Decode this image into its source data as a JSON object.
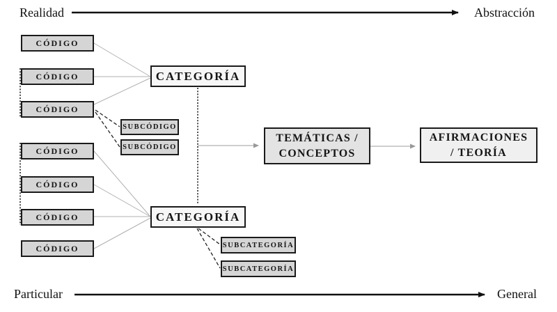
{
  "diagram": {
    "axes": {
      "top": {
        "left_label": "Realidad",
        "right_label": "Abstracción"
      },
      "bottom": {
        "left_label": "Particular",
        "right_label": "General"
      }
    },
    "nodes": {
      "codes": [
        "CÓDIGO",
        "CÓDIGO",
        "CÓDIGO",
        "CÓDIGO",
        "CÓDIGO",
        "CÓDIGO",
        "CÓDIGO"
      ],
      "categories": [
        "CATEGORÍA",
        "CATEGORÍA"
      ],
      "subcodes": [
        "SUBCÓDIGO",
        "SUBCÓDIGO"
      ],
      "subcategories": [
        "SUBCATEGORÍA",
        "SUBCATEGORÍA"
      ],
      "themes": {
        "line1": "TEMÁTICAS /",
        "line2": "CONCEPTOS"
      },
      "theory": {
        "line1": "AFIRMACIONES",
        "line2": "/ TEORÍA"
      }
    }
  },
  "colors": {
    "node_gray": "#d5d5d5",
    "category_fill": "#f7f7f7",
    "themes_fill": "#e3e3e3",
    "theory_fill": "#f0f0f0",
    "edge_gray": "#b0b0b0",
    "ink": "#111111"
  }
}
